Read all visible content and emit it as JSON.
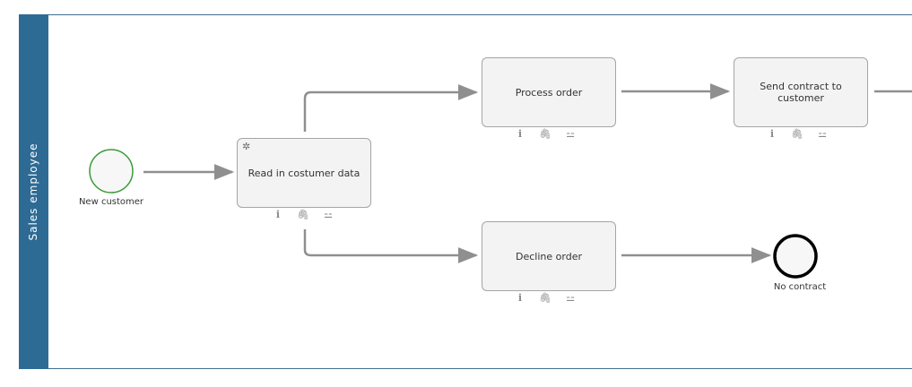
{
  "lane": {
    "label": "Sales employee"
  },
  "start_event": {
    "label": "New customer"
  },
  "end_event": {
    "label": "No contract"
  },
  "tasks": {
    "read_data": {
      "label": "Read in costumer data"
    },
    "process_order": {
      "label": "Process order"
    },
    "send_contract": {
      "label": "Send contract to customer"
    },
    "decline_order": {
      "label": "Decline order"
    }
  },
  "task_tools": {
    "info": "i",
    "attach": "🖇",
    "hierarchy": "⚍"
  },
  "icons": [
    "gear-icon",
    "info-icon",
    "paperclip-icon",
    "hierarchy-icon"
  ],
  "colors": {
    "lane": "#2e6b94",
    "start_event": "#3a9a3a",
    "end_event": "#000000",
    "flow": "#8f8f8f"
  }
}
